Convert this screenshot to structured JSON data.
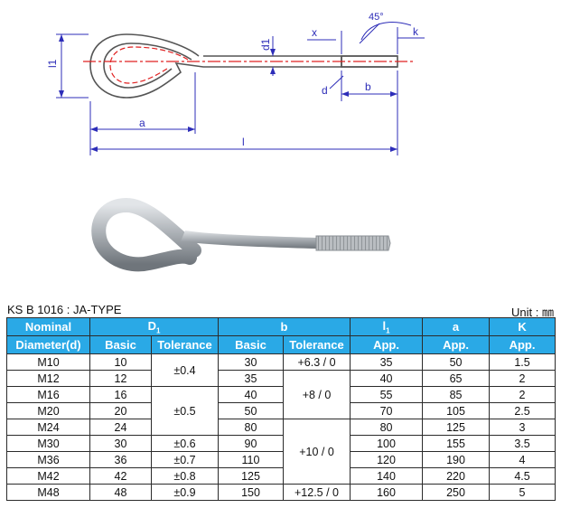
{
  "drawing": {
    "labels": {
      "d1": "d1",
      "l1": "l1",
      "a": "a",
      "l": "l",
      "x": "x",
      "d": "d",
      "b": "b",
      "k": "k",
      "angle": "45°"
    }
  },
  "caption": {
    "standard": "KS B 1016 : JA-TYPE",
    "unit": "Unit : ㎜"
  },
  "table": {
    "header": {
      "nominal_line1": "Nominal",
      "nominal_line2": "Diameter(d)",
      "d1_main": "D",
      "d1_sub": "1",
      "b": "b",
      "l1_main": "l",
      "l1_sub": "1",
      "a": "a",
      "k": "K",
      "basic": "Basic",
      "tolerance": "Tolerance",
      "app": "App."
    },
    "rows": [
      {
        "size": "M10",
        "d1": "10",
        "b": "30",
        "l1": "35",
        "a": "50",
        "k": "1.5"
      },
      {
        "size": "M12",
        "d1": "12",
        "b": "35",
        "l1": "40",
        "a": "65",
        "k": "2"
      },
      {
        "size": "M16",
        "d1": "16",
        "b": "40",
        "l1": "55",
        "a": "85",
        "k": "2"
      },
      {
        "size": "M20",
        "d1": "20",
        "b": "50",
        "l1": "70",
        "a": "105",
        "k": "2.5"
      },
      {
        "size": "M24",
        "d1": "24",
        "b": "80",
        "l1": "80",
        "a": "125",
        "k": "3"
      },
      {
        "size": "M30",
        "d1": "30",
        "b": "90",
        "l1": "100",
        "a": "155",
        "k": "3.5"
      },
      {
        "size": "M36",
        "d1": "36",
        "b": "110",
        "l1": "120",
        "a": "190",
        "k": "4"
      },
      {
        "size": "M42",
        "d1": "42",
        "b": "125",
        "l1": "140",
        "a": "220",
        "k": "4.5"
      },
      {
        "size": "M48",
        "d1": "48",
        "b": "150",
        "l1": "160",
        "a": "250",
        "k": "5"
      }
    ],
    "d1_tolerances": [
      "±0.4",
      "±0.5",
      "±0.6",
      "±0.7",
      "±0.8",
      "±0.9"
    ],
    "b_tolerances": [
      "+6.3 / 0",
      "+8 / 0",
      "+10 / 0",
      "+12.5 / 0"
    ]
  },
  "colors": {
    "header_bg": "#2aa9e6",
    "dimension_lines": "#2d2db8",
    "centerline": "#e02020"
  }
}
